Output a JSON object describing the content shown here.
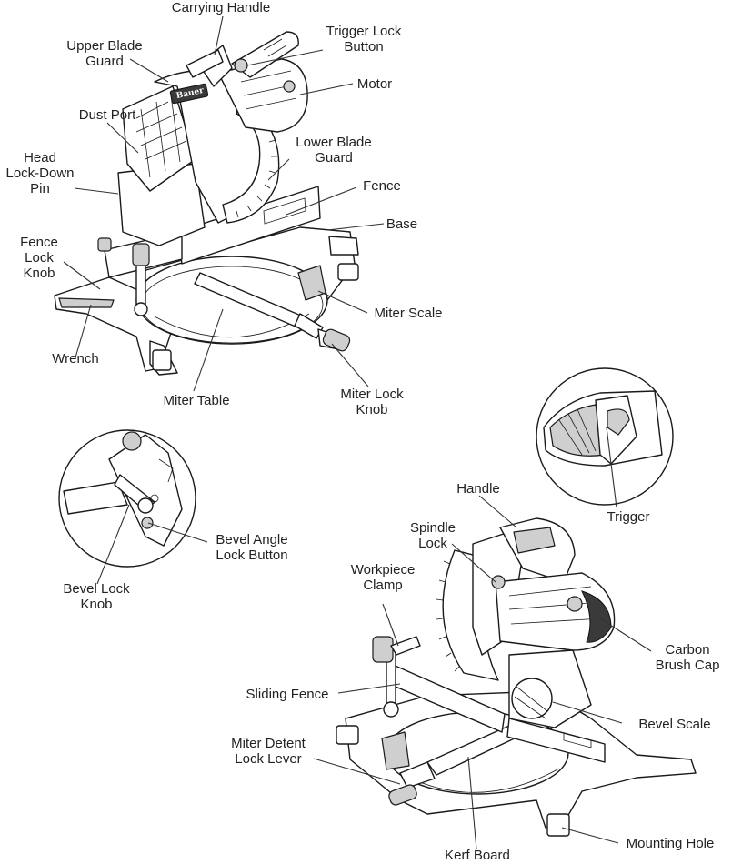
{
  "diagram": {
    "labels": {
      "carrying_handle": "Carrying Handle",
      "upper_blade_guard": "Upper Blade\nGuard",
      "trigger_lock_button": "Trigger Lock\nButton",
      "motor": "Motor",
      "dust_port": "Dust Port",
      "lower_blade_guard": "Lower Blade\nGuard",
      "head_lock_down_pin": "Head\nLock-Down\nPin",
      "fence": "Fence",
      "base": "Base",
      "fence_lock_knob": "Fence\nLock\nKnob",
      "miter_scale": "Miter Scale",
      "wrench": "Wrench",
      "miter_table": "Miter Table",
      "miter_lock_knob": "Miter Lock\nKnob",
      "trigger": "Trigger",
      "bevel_angle_lock_button": "Bevel Angle\nLock Button",
      "bevel_lock_knob": "Bevel Lock\nKnob",
      "handle": "Handle",
      "spindle_lock": "Spindle\nLock",
      "workpiece_clamp": "Workpiece\nClamp",
      "carbon_brush_cap": "Carbon\nBrush Cap",
      "sliding_fence": "Sliding Fence",
      "bevel_scale": "Bevel Scale",
      "miter_detent_lock_lever": "Miter Detent\nLock Lever",
      "mounting_hole": "Mounting Hole",
      "kerf_board": "Kerf Board"
    },
    "logo_text": "Bauer"
  }
}
